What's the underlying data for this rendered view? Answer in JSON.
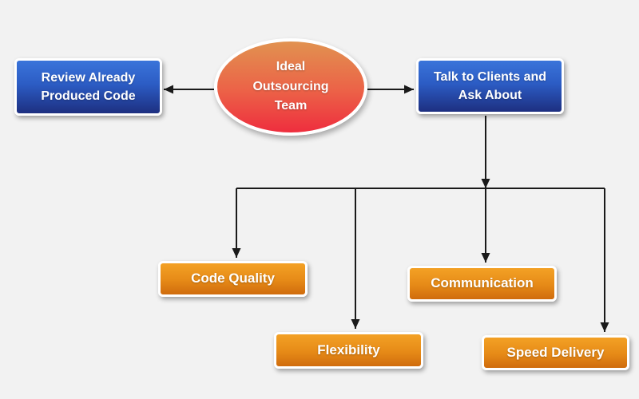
{
  "diagram": {
    "title": "Ideal Outsourcing Team flowchart",
    "center_node": {
      "label": "Ideal\nOutsourcing\nTeam"
    },
    "left_node": {
      "label": "Review Already\nProduced Code"
    },
    "right_node": {
      "label": "Talk to Clients and\nAsk About"
    },
    "criteria": [
      {
        "label": "Code Quality"
      },
      {
        "label": "Flexibility"
      },
      {
        "label": "Communication"
      },
      {
        "label": "Speed Delivery"
      }
    ],
    "colors": {
      "background": "#f2f2f2",
      "blue_gradient_top": "#3a74da",
      "blue_gradient_bottom": "#1d2f80",
      "orange_gradient_top": "#f3a125",
      "orange_gradient_bottom": "#d06c0d",
      "ellipse_gradient_top": "#e19250",
      "ellipse_gradient_bottom": "#ee2e3e",
      "connector_line": "#1a1a1a",
      "node_border": "#ffffff",
      "text": "#ffffff"
    }
  }
}
